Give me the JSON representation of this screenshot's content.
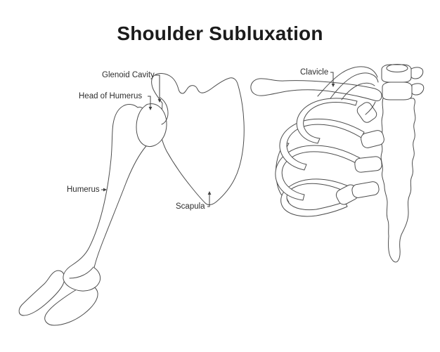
{
  "title": "Shoulder Subluxation",
  "figure": {
    "left_panel": {
      "description": "shoulder joint with subluxed humeral head",
      "labels": {
        "glenoid_cavity": "Glenoid Cavity",
        "head_of_humerus": "Head of Humerus",
        "humerus": "Humerus",
        "scapula": "Scapula"
      }
    },
    "right_panel": {
      "description": "clavicle with ribcage and spine",
      "labels": {
        "clavicle": "Clavicle"
      }
    }
  },
  "colors": {
    "background": "#ffffff",
    "outline": "#4d4d4d",
    "leader_line": "#3f3f3f",
    "label_text": "#2e2e2e",
    "title_text": "#1b1b1b"
  }
}
